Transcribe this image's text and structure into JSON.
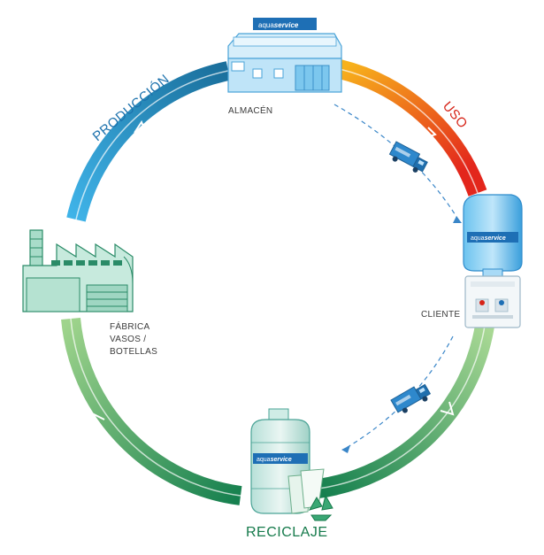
{
  "brand": {
    "name_light": "aqua",
    "name_bold": "service"
  },
  "stages": {
    "production": "PRODUCCIÓN",
    "use": "USO",
    "recycling": "RECICLAJE"
  },
  "nodes": {
    "warehouse": "ALMACÉN",
    "client": "CLIENTE",
    "factory_line1": "FÁBRICA",
    "factory_line2": "VASOS /",
    "factory_line3": "BOTELLAS"
  },
  "colors": {
    "production_start": "#1a6f9c",
    "production_end": "#3fb3e8",
    "use_start": "#f7b21c",
    "use_end": "#e3261c",
    "recycle_start": "#8fcb7e",
    "recycle_end": "#16804f",
    "brand_blue": "#1e6fb5",
    "use_label": "#d62418",
    "production_label": "#1d72ad",
    "recycle_label": "#157a4b"
  }
}
